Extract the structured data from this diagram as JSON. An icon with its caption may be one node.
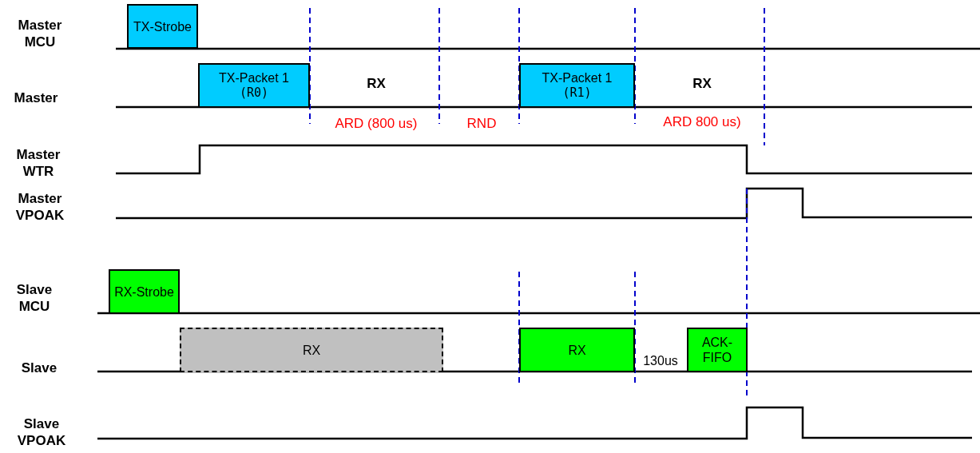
{
  "diagram": {
    "nodes": [
      {
        "text": [
          "TX-Strobe"
        ]
      },
      {
        "text": [
          "TX-Packet 1",
          "(R0)"
        ]
      },
      {
        "text": [
          "TX-Packet 1",
          "(R1)"
        ]
      },
      {
        "text": [
          "RX-Strobe"
        ]
      },
      {
        "text": [
          "RX"
        ]
      },
      {
        "text": [
          "RX"
        ]
      },
      {
        "text": [
          "ACK-FIFO"
        ]
      }
    ],
    "labels": [
      "Master MCU",
      "Master",
      "RX",
      "RX",
      "ARD (800 us)",
      "RND",
      "ARD 800 us)",
      "Master WTR",
      "Master VPOAK",
      "Slave MCU",
      "Slave",
      "130us",
      "Slave VPOAK"
    ]
  }
}
